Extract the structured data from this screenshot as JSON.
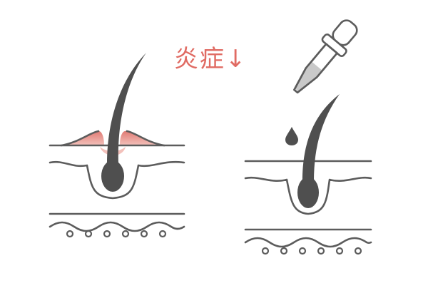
{
  "annotation": {
    "label": "炎症↓"
  },
  "colors": {
    "line": "#5c5c5c",
    "hair": "#4f4f4f",
    "inflammation": "#e07a73",
    "inflammation_light": "#f3c1bb",
    "dropper_tint": "#c9c9c9"
  },
  "icons": [
    "skin-cross-section-inflamed",
    "skin-cross-section-treated",
    "dropper-icon",
    "drop-icon"
  ]
}
